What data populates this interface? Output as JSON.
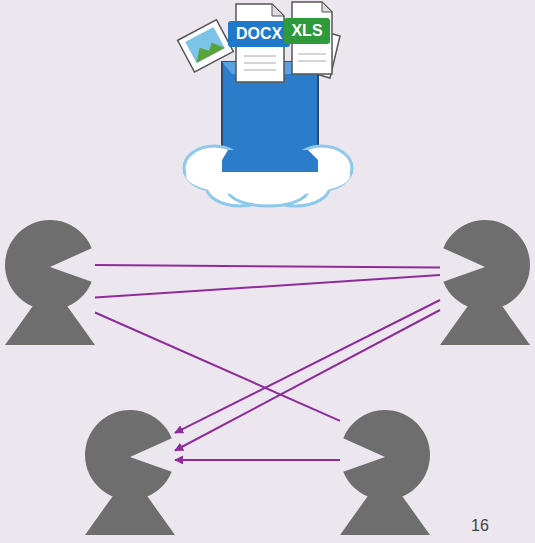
{
  "diagram": {
    "nodes": [
      {
        "text": []
      },
      {
        "text": []
      },
      {
        "text": []
      },
      {
        "text": []
      }
    ],
    "edges": [
      {
        "from": 0,
        "to": 1,
        "arrow": "none"
      },
      {
        "from": 0,
        "to": 1,
        "arrow": "none"
      },
      {
        "from": 0,
        "to": 3,
        "arrow": "none"
      },
      {
        "from": 1,
        "to": 2,
        "arrow": "to"
      },
      {
        "from": 1,
        "to": 2,
        "arrow": "to"
      },
      {
        "from": 3,
        "to": 2,
        "arrow": "to"
      }
    ],
    "labels": [
      "DOCX",
      "XLS",
      "16"
    ]
  }
}
